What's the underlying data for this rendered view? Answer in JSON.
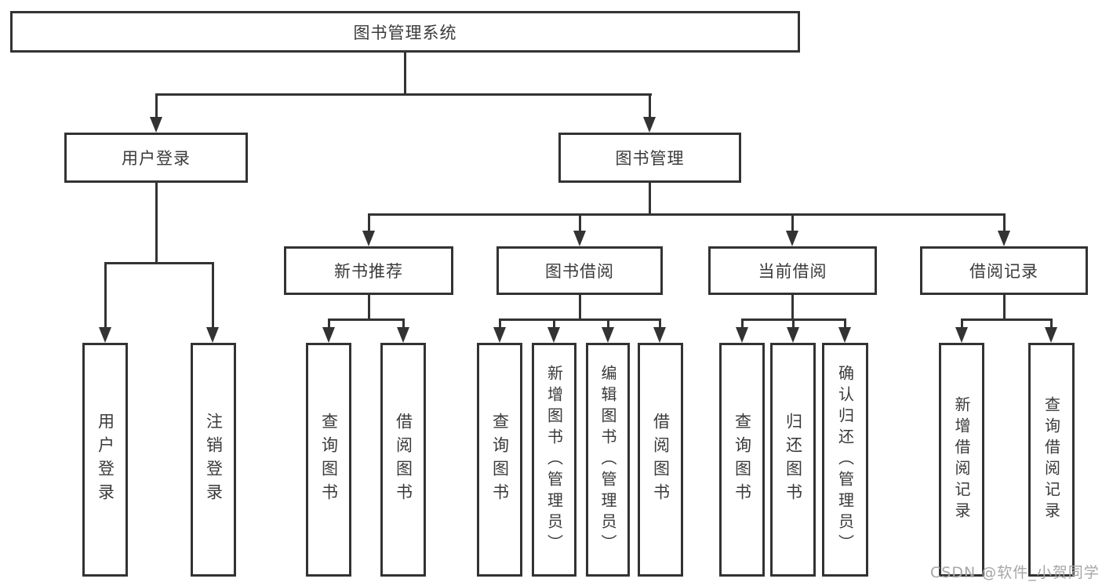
{
  "diagram": {
    "tree": {
      "root": {
        "label": "图书管理系统"
      },
      "branches": [
        {
          "label": "用户登录",
          "children": [
            {
              "label": "用户登录"
            },
            {
              "label": "注销登录"
            }
          ]
        },
        {
          "label": "图书管理",
          "children": [
            {
              "label": "新书推荐",
              "children": [
                {
                  "label": "查询图书"
                },
                {
                  "label": "借阅图书"
                }
              ]
            },
            {
              "label": "图书借阅",
              "children": [
                {
                  "label": "查询图书"
                },
                {
                  "label": "新增图书（管理员）"
                },
                {
                  "label": "编辑图书（管理员）"
                },
                {
                  "label": "借阅图书"
                }
              ]
            },
            {
              "label": "当前借阅",
              "children": [
                {
                  "label": "查询图书"
                },
                {
                  "label": "归还图书"
                },
                {
                  "label": "确认归还（管理员）"
                }
              ]
            },
            {
              "label": "借阅记录",
              "children": [
                {
                  "label": "新增借阅记录"
                },
                {
                  "label": "查询借阅记录"
                }
              ]
            }
          ]
        }
      ]
    },
    "colors": {
      "line": "#333333",
      "text": "#3a3a3a",
      "box_fill": "#ffffff",
      "watermark": "#a6a6a6"
    }
  },
  "watermark": {
    "text": "CSDN @软件_小贺同学"
  }
}
